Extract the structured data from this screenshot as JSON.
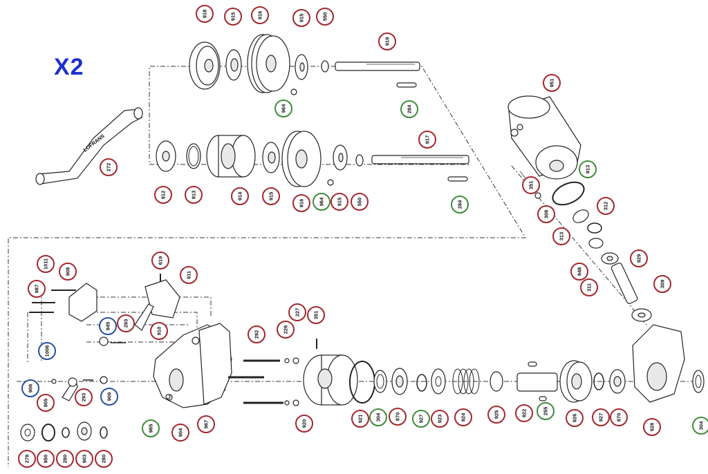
{
  "quantity_label": "X2",
  "handle_brand": "LOFRANS",
  "colors": {
    "red": "#a3262d",
    "green": "#3f8a3a",
    "blue": "#274f9e",
    "accent": "#1f2fd0"
  },
  "parts": [
    {
      "n": "918",
      "c": "red"
    },
    {
      "n": "915",
      "c": "red"
    },
    {
      "n": "916",
      "c": "red"
    },
    {
      "n": "915",
      "c": "red"
    },
    {
      "n": "550",
      "c": "red"
    },
    {
      "n": "919",
      "c": "red"
    },
    {
      "n": "964",
      "c": "green"
    },
    {
      "n": "284",
      "c": "green"
    },
    {
      "n": "272",
      "c": "red"
    },
    {
      "n": "917",
      "c": "red"
    },
    {
      "n": "912",
      "c": "red"
    },
    {
      "n": "913",
      "c": "red"
    },
    {
      "n": "914",
      "c": "red"
    },
    {
      "n": "915",
      "c": "red"
    },
    {
      "n": "916",
      "c": "red"
    },
    {
      "n": "964",
      "c": "green"
    },
    {
      "n": "915",
      "c": "red"
    },
    {
      "n": "550",
      "c": "red"
    },
    {
      "n": "284",
      "c": "green"
    },
    {
      "n": "951",
      "c": "red"
    },
    {
      "n": "913",
      "c": "green"
    },
    {
      "n": "351",
      "c": "red"
    },
    {
      "n": "308",
      "c": "red"
    },
    {
      "n": "312",
      "c": "red"
    },
    {
      "n": "313",
      "c": "red"
    },
    {
      "n": "948",
      "c": "red"
    },
    {
      "n": "311",
      "c": "red"
    },
    {
      "n": "929",
      "c": "red"
    },
    {
      "n": "309",
      "c": "red"
    },
    {
      "n": "1011",
      "c": "red"
    },
    {
      "n": "908",
      "c": "red"
    },
    {
      "n": "987",
      "c": "red"
    },
    {
      "n": "619",
      "c": "red"
    },
    {
      "n": "911",
      "c": "red"
    },
    {
      "n": "945",
      "c": "blue"
    },
    {
      "n": "293",
      "c": "red"
    },
    {
      "n": "910",
      "c": "red"
    },
    {
      "n": "1008",
      "c": "blue"
    },
    {
      "n": "906",
      "c": "blue"
    },
    {
      "n": "905",
      "c": "red"
    },
    {
      "n": "293",
      "c": "red"
    },
    {
      "n": "909",
      "c": "blue"
    },
    {
      "n": "965",
      "c": "green"
    },
    {
      "n": "904",
      "c": "red"
    },
    {
      "n": "967",
      "c": "red"
    },
    {
      "n": "292",
      "c": "red"
    },
    {
      "n": "226",
      "c": "red"
    },
    {
      "n": "227",
      "c": "red"
    },
    {
      "n": "351",
      "c": "red"
    },
    {
      "n": "920",
      "c": "red"
    },
    {
      "n": "921",
      "c": "red"
    },
    {
      "n": "304",
      "c": "green"
    },
    {
      "n": "870",
      "c": "red"
    },
    {
      "n": "927",
      "c": "green"
    },
    {
      "n": "923",
      "c": "red"
    },
    {
      "n": "924",
      "c": "red"
    },
    {
      "n": "925",
      "c": "red"
    },
    {
      "n": "922",
      "c": "red"
    },
    {
      "n": "255",
      "c": "green"
    },
    {
      "n": "926",
      "c": "red"
    },
    {
      "n": "927",
      "c": "red"
    },
    {
      "n": "870",
      "c": "red"
    },
    {
      "n": "928",
      "c": "red"
    },
    {
      "n": "304",
      "c": "green"
    },
    {
      "n": "278",
      "c": "red"
    },
    {
      "n": "950",
      "c": "red"
    },
    {
      "n": "280",
      "c": "red"
    },
    {
      "n": "903",
      "c": "red"
    },
    {
      "n": "280",
      "c": "red"
    }
  ]
}
